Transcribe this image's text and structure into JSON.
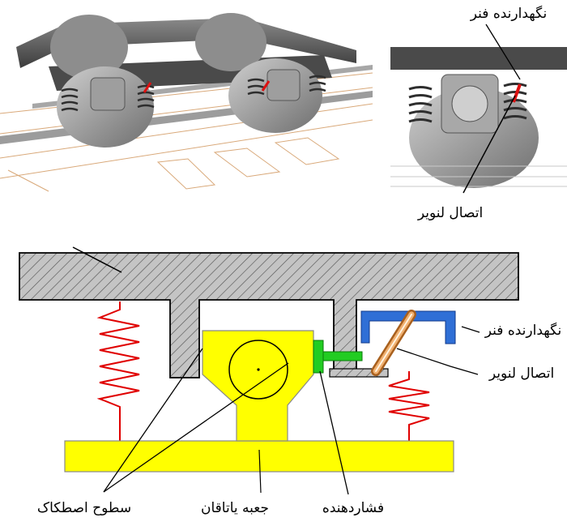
{
  "photo_labels": {
    "spring_holder": "نگهدارنده فنر",
    "lenoir_link": "اتصال لنویر"
  },
  "diagram_labels": {
    "spring_holder": "نگهدارنده فنر",
    "lenoir_link": "اتصال لنویر",
    "friction_surfaces": "سطوح اصطکاک",
    "bearing_box": "جعبه یاتاقان",
    "compressor": "فشاردهنده"
  },
  "colors": {
    "frame_hatch": "#bdbdbd",
    "bearing_box": "#ffff00",
    "spring": "#e00000",
    "spring_holder": "#2f6fd6",
    "compressor": "#22cc22",
    "lenoir_link": "#d98a3a"
  }
}
